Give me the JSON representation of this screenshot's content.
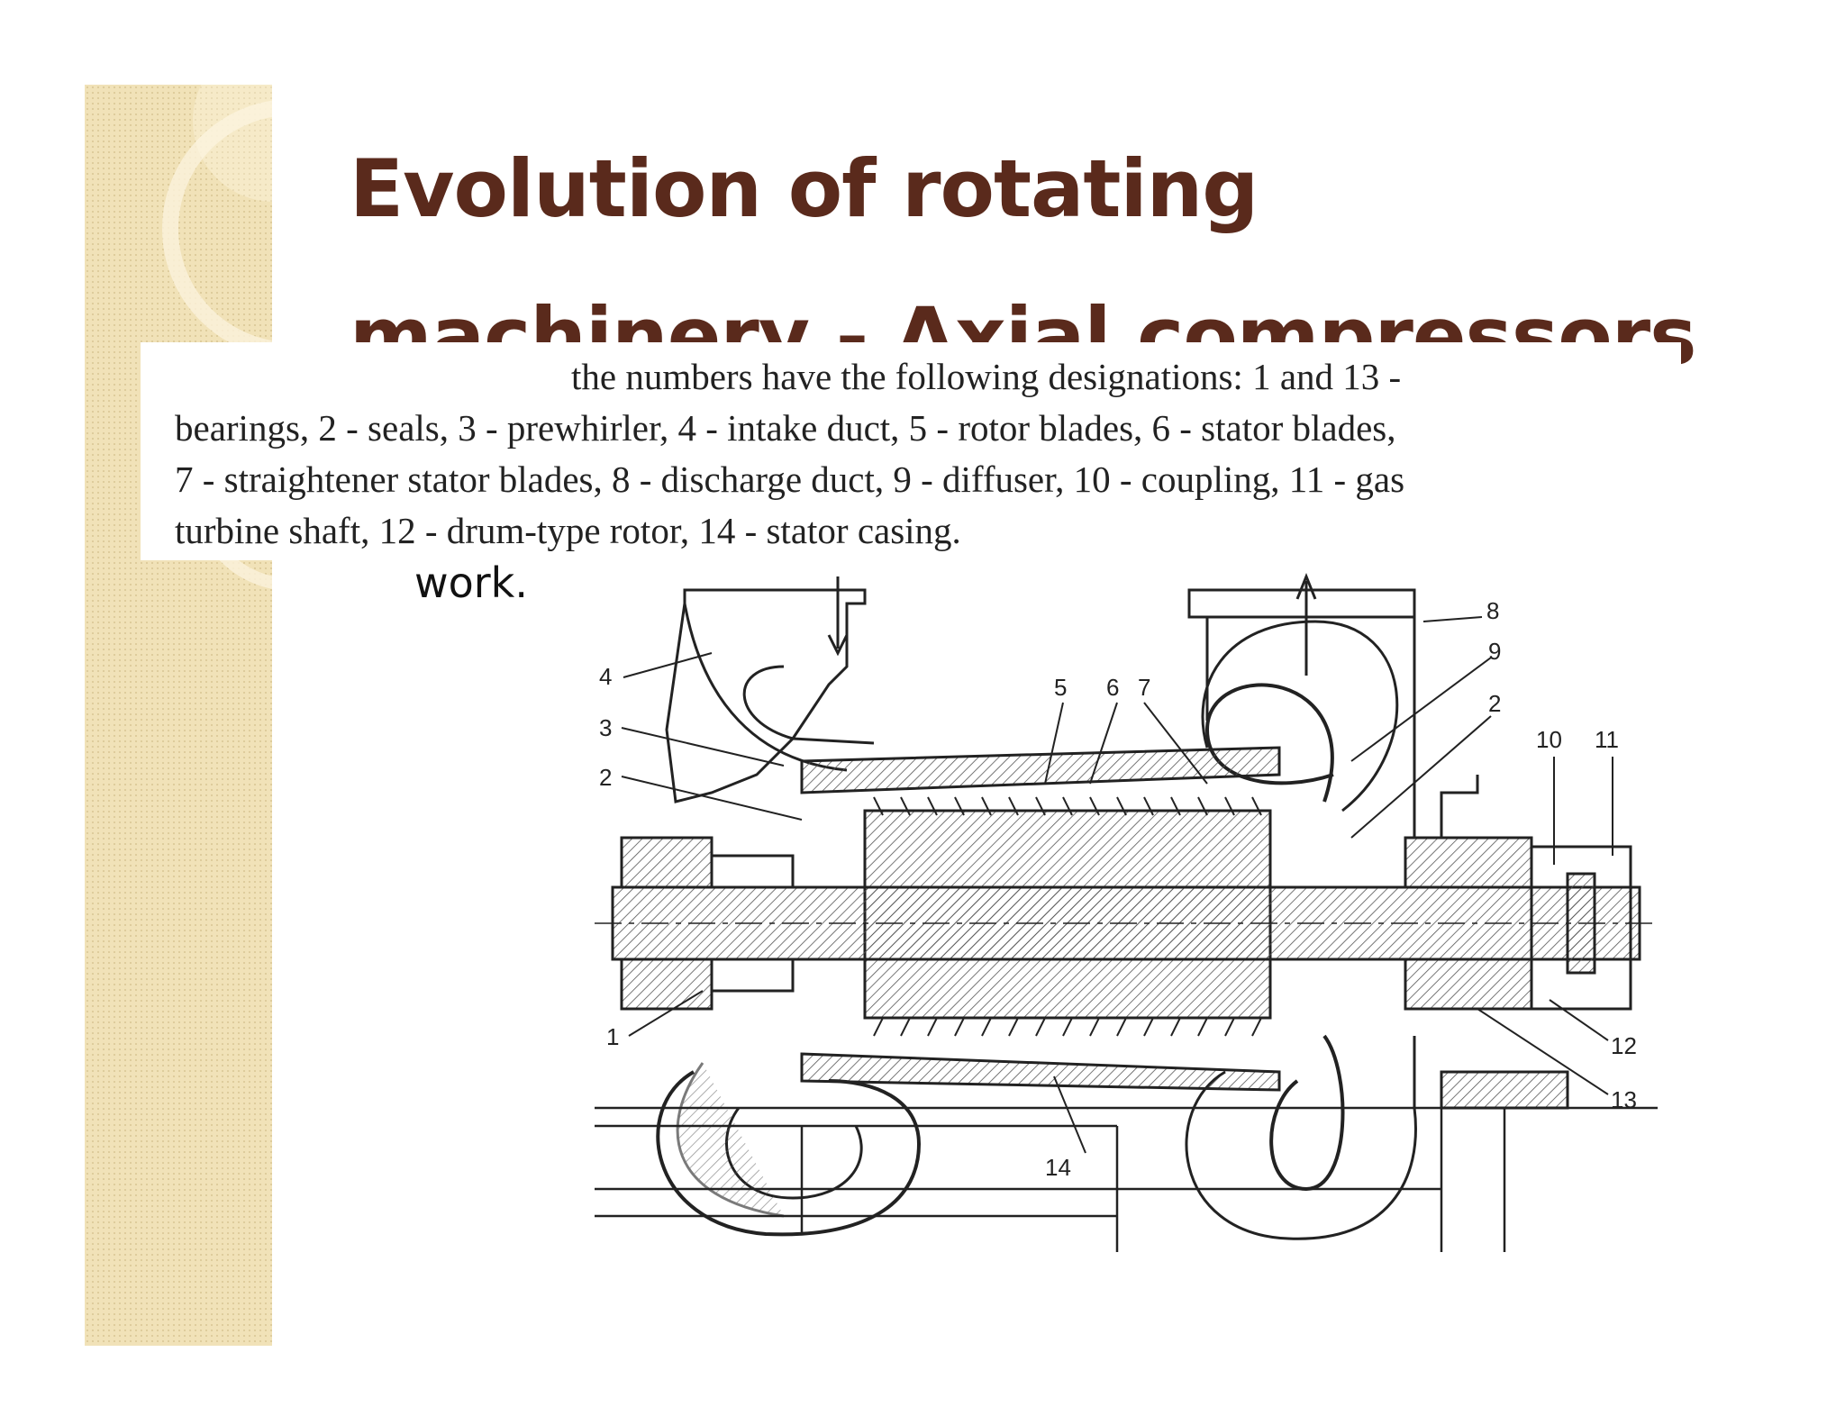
{
  "slide": {
    "title_line1": "Evolution of rotating",
    "title_line2": "machinery - Axial compressors",
    "body_fragment": "work."
  },
  "caption": {
    "line1": "the numbers have the following designations: 1 and 13 -",
    "line2": "bearings, 2 - seals, 3 - prewhirler, 4 - intake duct, 5 - rotor blades, 6 - stator blades,",
    "line3": "7 - straightener stator blades, 8 - discharge duct, 9 - diffuser, 10 - coupling, 11 - gas",
    "line4": "turbine shaft, 12 - drum-type rotor, 14 - stator casing."
  },
  "diagram": {
    "labels": [
      "1",
      "2",
      "3",
      "4",
      "5",
      "6",
      "7",
      "8",
      "9",
      "2",
      "10",
      "11",
      "12",
      "13",
      "14"
    ]
  },
  "colors": {
    "title": "#5a2a1c",
    "sidebar": "#f1e2b8",
    "text": "#222222"
  }
}
